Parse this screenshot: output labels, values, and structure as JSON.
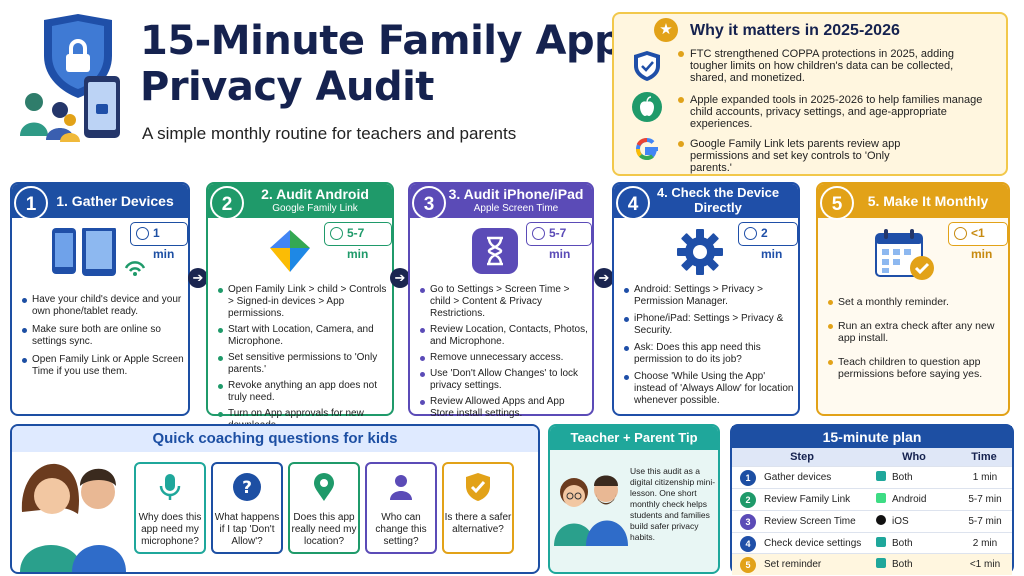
{
  "header": {
    "title_line1": "15-Minute Family App",
    "title_line2": "Privacy Audit",
    "subtitle": "A simple monthly routine for teachers and parents"
  },
  "why": {
    "title": "Why it matters in 2025-2026",
    "items": [
      "FTC strengthened COPPA protections in 2025, adding tougher limits on how children's data can be collected, shared, and monetized.",
      "Apple expanded tools in 2025-2026 to help families manage child accounts, privacy settings, and age-appropriate experiences.",
      "Google Family Link lets parents review app permissions and set key controls to 'Only parents.'"
    ]
  },
  "steps": [
    {
      "num": "1",
      "title": "1. Gather Devices",
      "subtitle": "",
      "time": "1 min",
      "bullets": [
        "Have your child's device and your own phone/tablet ready.",
        "Make sure both are online so settings sync.",
        "Open Family Link or Apple Screen Time if you use them."
      ]
    },
    {
      "num": "2",
      "title": "2. Audit Android",
      "subtitle": "Google Family Link",
      "time": "5-7 min",
      "bullets": [
        "Open Family Link > child > Controls > Signed-in devices > App permissions.",
        "Start with Location, Camera, and Microphone.",
        "Set sensitive permissions to 'Only parents.'",
        "Revoke anything an app does not truly need.",
        "Turn on App approvals for new downloads."
      ]
    },
    {
      "num": "3",
      "title": "3. Audit iPhone/iPad",
      "subtitle": "Apple Screen Time",
      "time": "5-7 min",
      "bullets": [
        "Go to Settings > Screen Time > child > Content & Privacy Restrictions.",
        "Review Location, Contacts, Photos, and Microphone.",
        "Remove unnecessary access.",
        "Use 'Don't Allow Changes' to lock privacy settings.",
        "Review Allowed Apps and App Store install settings."
      ]
    },
    {
      "num": "4",
      "title": "4. Check the Device Directly",
      "subtitle": "",
      "time": "2 min",
      "bullets": [
        "Android: Settings > Privacy > Permission Manager.",
        "iPhone/iPad: Settings > Privacy & Security.",
        "Ask: Does this app need this permission to do its job?",
        "Choose 'While Using the App' instead of 'Always Allow' for location whenever possible."
      ]
    },
    {
      "num": "5",
      "title": "5. Make It Monthly",
      "subtitle": "",
      "time": "<1 min",
      "bullets": [
        "Set a monthly reminder.",
        "Run an extra check after any new app install.",
        "Teach children to question app permissions before saying yes."
      ]
    }
  ],
  "coaching": {
    "title": "Quick coaching questions for kids",
    "questions": [
      {
        "text": "Why does this app need my microphone?",
        "icon": "microphone-icon"
      },
      {
        "text": "What happens if I tap 'Don't Allow'?",
        "icon": "question-icon"
      },
      {
        "text": "Does this app really need my location?",
        "icon": "location-pin-icon"
      },
      {
        "text": "Who can change this setting?",
        "icon": "person-icon"
      },
      {
        "text": "Is there a safer alternative?",
        "icon": "shield-check-icon"
      }
    ]
  },
  "tip": {
    "title": "Teacher + Parent Tip",
    "body": "Use this audit as a digital citizenship mini-lesson. One short monthly check helps students and families build safer privacy habits."
  },
  "plan": {
    "title": "15-minute plan",
    "headers": [
      "Step",
      "Who",
      "Time"
    ],
    "rows": [
      {
        "n": "1",
        "step": "Gather devices",
        "who": "Both",
        "time": "1 min"
      },
      {
        "n": "2",
        "step": "Review Family Link",
        "who": "Android",
        "time": "5-7 min"
      },
      {
        "n": "3",
        "step": "Review Screen Time",
        "who": "iOS",
        "time": "5-7 min"
      },
      {
        "n": "4",
        "step": "Check device settings",
        "who": "Both",
        "time": "2 min"
      },
      {
        "n": "5",
        "step": "Set reminder",
        "who": "Both",
        "time": "<1 min"
      }
    ]
  },
  "colors": {
    "navy": "#1d4fa3",
    "green": "#1f9a6a",
    "purple": "#5b4bb7",
    "blue": "#1f4fa8",
    "gold": "#e2a218",
    "teal": "#1fa79b"
  }
}
